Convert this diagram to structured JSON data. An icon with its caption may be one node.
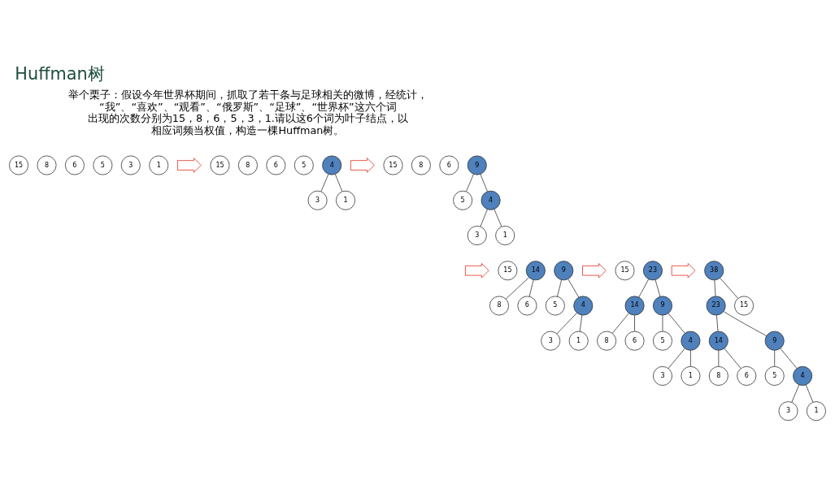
{
  "diagram": {
    "title": "Huffman树",
    "nodes": [
      {
        "text": [
          "15"
        ]
      },
      {
        "text": [
          "8"
        ]
      },
      {
        "text": [
          "6"
        ]
      },
      {
        "text": [
          "5"
        ]
      },
      {
        "text": [
          "3"
        ]
      },
      {
        "text": [
          "1"
        ]
      },
      {
        "text": [],
        "shape": "arrow"
      },
      {
        "text": [
          "15"
        ]
      },
      {
        "text": [
          "8"
        ]
      },
      {
        "text": [
          "6"
        ]
      },
      {
        "text": [
          "5"
        ]
      },
      {
        "text": [
          "4"
        ]
      },
      {
        "text": [
          "3"
        ]
      },
      {
        "text": [
          "1"
        ]
      },
      {
        "text": [],
        "shape": "arrow"
      },
      {
        "text": [
          "15"
        ]
      },
      {
        "text": [
          "8"
        ]
      },
      {
        "text": [
          "6"
        ]
      },
      {
        "text": [
          "9"
        ]
      },
      {
        "text": [
          "5"
        ]
      },
      {
        "text": [
          "4"
        ]
      },
      {
        "text": [
          "3"
        ]
      },
      {
        "text": [
          "1"
        ]
      },
      {
        "text": [],
        "shape": "arrow"
      },
      {
        "text": [
          "15"
        ]
      },
      {
        "text": [
          "14"
        ]
      },
      {
        "text": [
          "8"
        ]
      },
      {
        "text": [
          "6"
        ]
      },
      {
        "text": [
          "9"
        ]
      },
      {
        "text": [
          "5"
        ]
      },
      {
        "text": [
          "4"
        ]
      },
      {
        "text": [
          "3"
        ]
      },
      {
        "text": [
          "1"
        ]
      },
      {
        "text": [],
        "shape": "arrow"
      },
      {
        "text": [
          "15"
        ]
      },
      {
        "text": [
          "23"
        ]
      },
      {
        "text": [
          "14"
        ]
      },
      {
        "text": [
          "9"
        ]
      },
      {
        "text": [
          "8"
        ]
      },
      {
        "text": [
          "6"
        ]
      },
      {
        "text": [
          "5"
        ]
      },
      {
        "text": [
          "4"
        ]
      },
      {
        "text": [
          "3"
        ]
      },
      {
        "text": [
          "1"
        ]
      },
      {
        "text": [],
        "shape": "arrow"
      },
      {
        "text": [
          "38"
        ]
      },
      {
        "text": [
          "23"
        ]
      },
      {
        "text": [
          "15"
        ]
      },
      {
        "text": [
          "14"
        ]
      },
      {
        "text": [
          "9"
        ]
      },
      {
        "text": [
          "8"
        ]
      },
      {
        "text": [
          "6"
        ]
      },
      {
        "text": [
          "5"
        ]
      },
      {
        "text": [
          "4"
        ]
      },
      {
        "text": [
          "3"
        ]
      },
      {
        "text": [
          "1"
        ]
      }
    ],
    "edges": [
      {
        "from": 11,
        "to": 12,
        "arrow": "none"
      },
      {
        "from": 11,
        "to": 13,
        "arrow": "none"
      },
      {
        "from": 18,
        "to": 19,
        "arrow": "none"
      },
      {
        "from": 18,
        "to": 20,
        "arrow": "none"
      },
      {
        "from": 20,
        "to": 21,
        "arrow": "none"
      },
      {
        "from": 20,
        "to": 22,
        "arrow": "none"
      },
      {
        "from": 25,
        "to": 26,
        "arrow": "none"
      },
      {
        "from": 25,
        "to": 27,
        "arrow": "none"
      },
      {
        "from": 28,
        "to": 29,
        "arrow": "none"
      },
      {
        "from": 28,
        "to": 30,
        "arrow": "none"
      },
      {
        "from": 30,
        "to": 31,
        "arrow": "none"
      },
      {
        "from": 30,
        "to": 32,
        "arrow": "none"
      },
      {
        "from": 35,
        "to": 36,
        "arrow": "none"
      },
      {
        "from": 35,
        "to": 37,
        "arrow": "none"
      },
      {
        "from": 36,
        "to": 38,
        "arrow": "none"
      },
      {
        "from": 36,
        "to": 39,
        "arrow": "none"
      },
      {
        "from": 37,
        "to": 40,
        "arrow": "none"
      },
      {
        "from": 37,
        "to": 41,
        "arrow": "none"
      },
      {
        "from": 41,
        "to": 42,
        "arrow": "none"
      },
      {
        "from": 41,
        "to": 43,
        "arrow": "none"
      },
      {
        "from": 45,
        "to": 46,
        "arrow": "none"
      },
      {
        "from": 45,
        "to": 47,
        "arrow": "none"
      },
      {
        "from": 46,
        "to": 48,
        "arrow": "none"
      },
      {
        "from": 46,
        "to": 49,
        "arrow": "none"
      },
      {
        "from": 48,
        "to": 50,
        "arrow": "none"
      },
      {
        "from": 48,
        "to": 51,
        "arrow": "none"
      },
      {
        "from": 49,
        "to": 52,
        "arrow": "none"
      },
      {
        "from": 49,
        "to": 53,
        "arrow": "none"
      },
      {
        "from": 53,
        "to": 54,
        "arrow": "none"
      },
      {
        "from": 53,
        "to": 55,
        "arrow": "none"
      }
    ],
    "labels": [
      "举个栗子：假设今年世界杯期间，抓取了若干条与足球相关的微博，经统计，“我”、“喜欢”、“观看”、“俄罗斯”、“足球”、“世界杯”这六个词出现的次数分别为15，8，6，5，3，1.请以这6个词为叶子结点，以相应词频当权值，构造一棵Huffman树。"
    ]
  }
}
